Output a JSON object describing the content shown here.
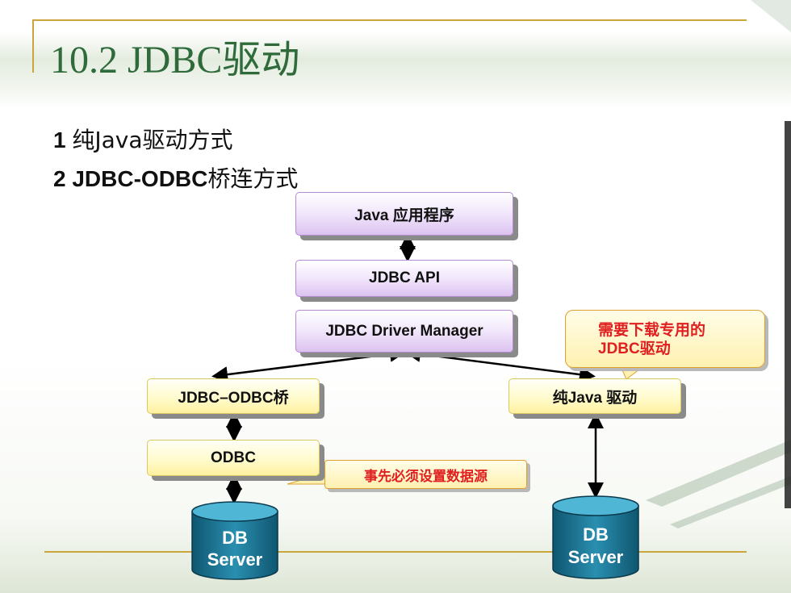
{
  "slide": {
    "title": "10.2 JDBC驱动",
    "bullets": [
      {
        "num": "1",
        "latin": "纯Java",
        "rest": "驱动方式"
      },
      {
        "num": "2",
        "latin": "JDBC-ODBC",
        "rest": "桥连方式"
      }
    ]
  },
  "diagram": {
    "app": "Java 应用程序",
    "api": "JDBC API",
    "manager": "JDBC Driver Manager",
    "bridge": "JDBC–ODBC桥",
    "odbc": "ODBC",
    "pure_java": "纯Java 驱动",
    "db_left": {
      "line1": "DB",
      "line2": "Server"
    },
    "db_right": {
      "line1": "DB",
      "line2": "Server"
    },
    "callout_download": {
      "line1": "需要下载专用的",
      "line2": "JDBC驱动"
    },
    "callout_datasource": "事先必须设置数据源"
  },
  "colors": {
    "title": "#2e6a3a",
    "accent_rule": "#c9a53a",
    "callout_text": "#e02020",
    "db_fill": "#1a6f8f"
  }
}
